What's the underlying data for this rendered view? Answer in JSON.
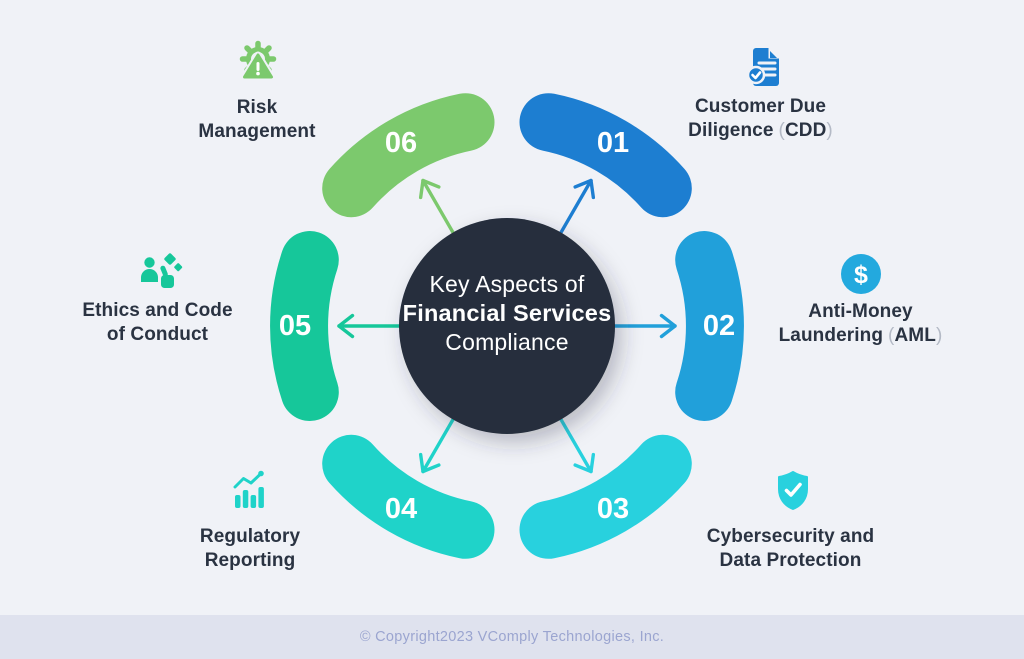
{
  "center_circle": {
    "line1": "Key Aspects of",
    "line2": "Financial Services",
    "line3": "Compliance",
    "bg_color": "#252f3d",
    "text_color": "#ffffff"
  },
  "segments": [
    {
      "number": "01",
      "name": "Customer Due Diligence (CDD)",
      "color": "#1d7ed1"
    },
    {
      "number": "02",
      "name": "Anti-Money Laundering (AML)",
      "color": "#21a0da"
    },
    {
      "number": "03",
      "name": "Cybersecurity and Data Protection",
      "color": "#28d1de"
    },
    {
      "number": "04",
      "name": "Regulatory Reporting",
      "color": "#1fd3c9"
    },
    {
      "number": "05",
      "name": "Ethics and Code of Conduct",
      "color": "#16c79a"
    },
    {
      "number": "06",
      "name": "Risk Management",
      "color": "#7cc96d"
    }
  ],
  "labels": {
    "risk": {
      "line1": "Risk",
      "line2": "Management",
      "icon": "gear-warning-icon"
    },
    "cdd": {
      "line1": "Customer Due",
      "line2_word": "Diligence",
      "paren_open": "(",
      "acronym": "CDD",
      "paren_close": ")",
      "icon": "document-check-icon"
    },
    "aml": {
      "line1": "Anti-Money",
      "line2_word": "Laundering",
      "paren_open": "(",
      "acronym": "AML",
      "paren_close": ")",
      "icon": "dollar-circle-icon"
    },
    "cyber": {
      "line1": "Cybersecurity and",
      "line2": "Data Protection",
      "icon": "shield-check-icon"
    },
    "reporting": {
      "line1": "Regulatory",
      "line2": "Reporting",
      "icon": "bar-chart-icon"
    },
    "ethics": {
      "line1": "Ethics and Code",
      "line2": "of Conduct",
      "icon": "person-thumbsup-icon"
    }
  },
  "footer": {
    "text": "© Copyright2023 VComply Technologies, Inc.",
    "bg_color": "#dfe2ee",
    "text_color": "#9ba5d0"
  },
  "colors": {
    "background": "#f0f2f7",
    "label_text": "#2a3342",
    "paren_text": "#b4bac6"
  }
}
